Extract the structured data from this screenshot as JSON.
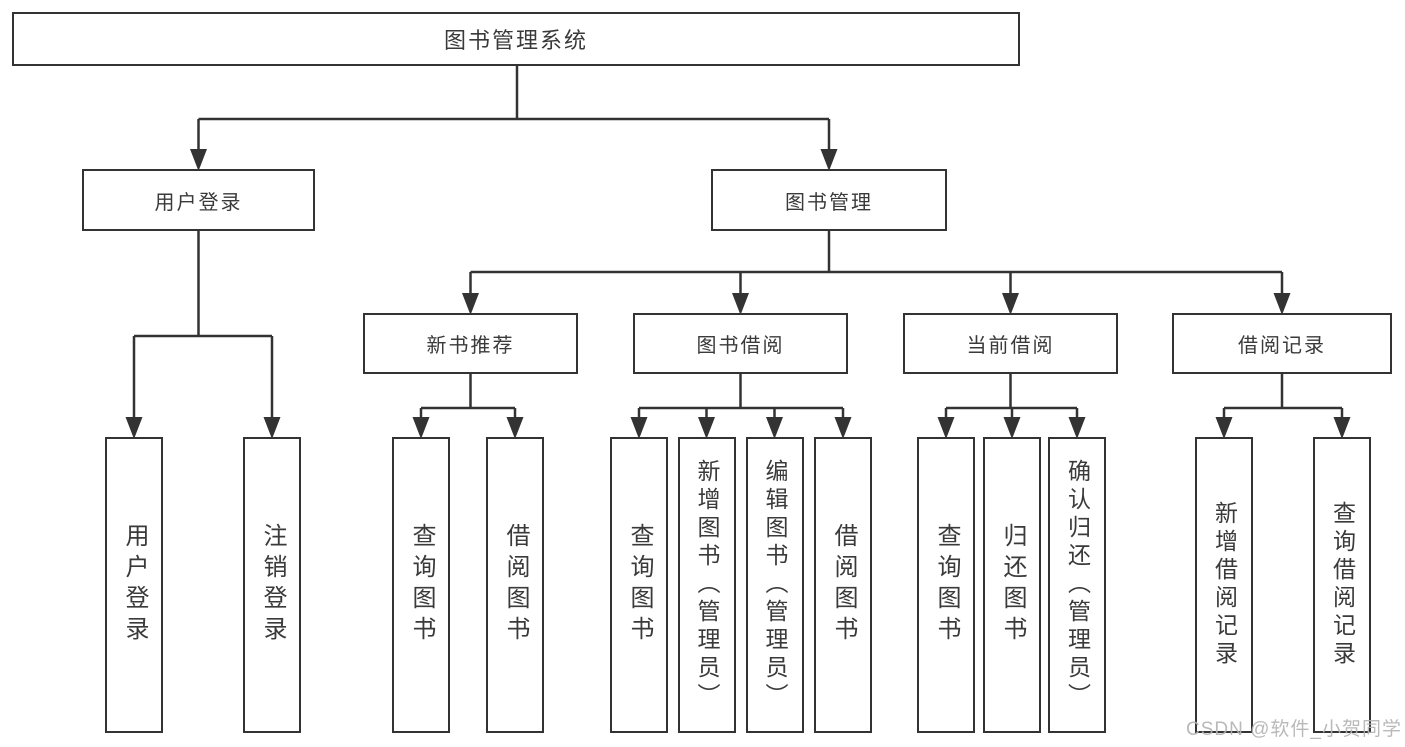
{
  "tree": {
    "root": {
      "label": "图书管理系统"
    },
    "branches": [
      {
        "label": "用户登录",
        "leaves": [
          {
            "label": "用户登录"
          },
          {
            "label": "注销登录"
          }
        ]
      },
      {
        "label": "图书管理",
        "groups": [
          {
            "label": "新书推荐",
            "leaves": [
              {
                "label": "查询图书"
              },
              {
                "label": "借阅图书"
              }
            ]
          },
          {
            "label": "图书借阅",
            "leaves": [
              {
                "label": "查询图书"
              },
              {
                "label": "新增图书（管理员）"
              },
              {
                "label": "编辑图书（管理员）"
              },
              {
                "label": "借阅图书"
              }
            ]
          },
          {
            "label": "当前借阅",
            "leaves": [
              {
                "label": "查询图书"
              },
              {
                "label": "归还图书"
              },
              {
                "label": "确认归还（管理员）"
              }
            ]
          },
          {
            "label": "借阅记录",
            "leaves": [
              {
                "label": "新增借阅记录"
              },
              {
                "label": "查询借阅记录"
              }
            ]
          }
        ]
      }
    ]
  },
  "watermark": {
    "text": "CSDN @软件_小贺同学"
  },
  "colors": {
    "line": "#333333",
    "border": "#333333",
    "text": "#3a3a3a",
    "watermark": "#b4b4b4",
    "background": "#ffffff"
  }
}
